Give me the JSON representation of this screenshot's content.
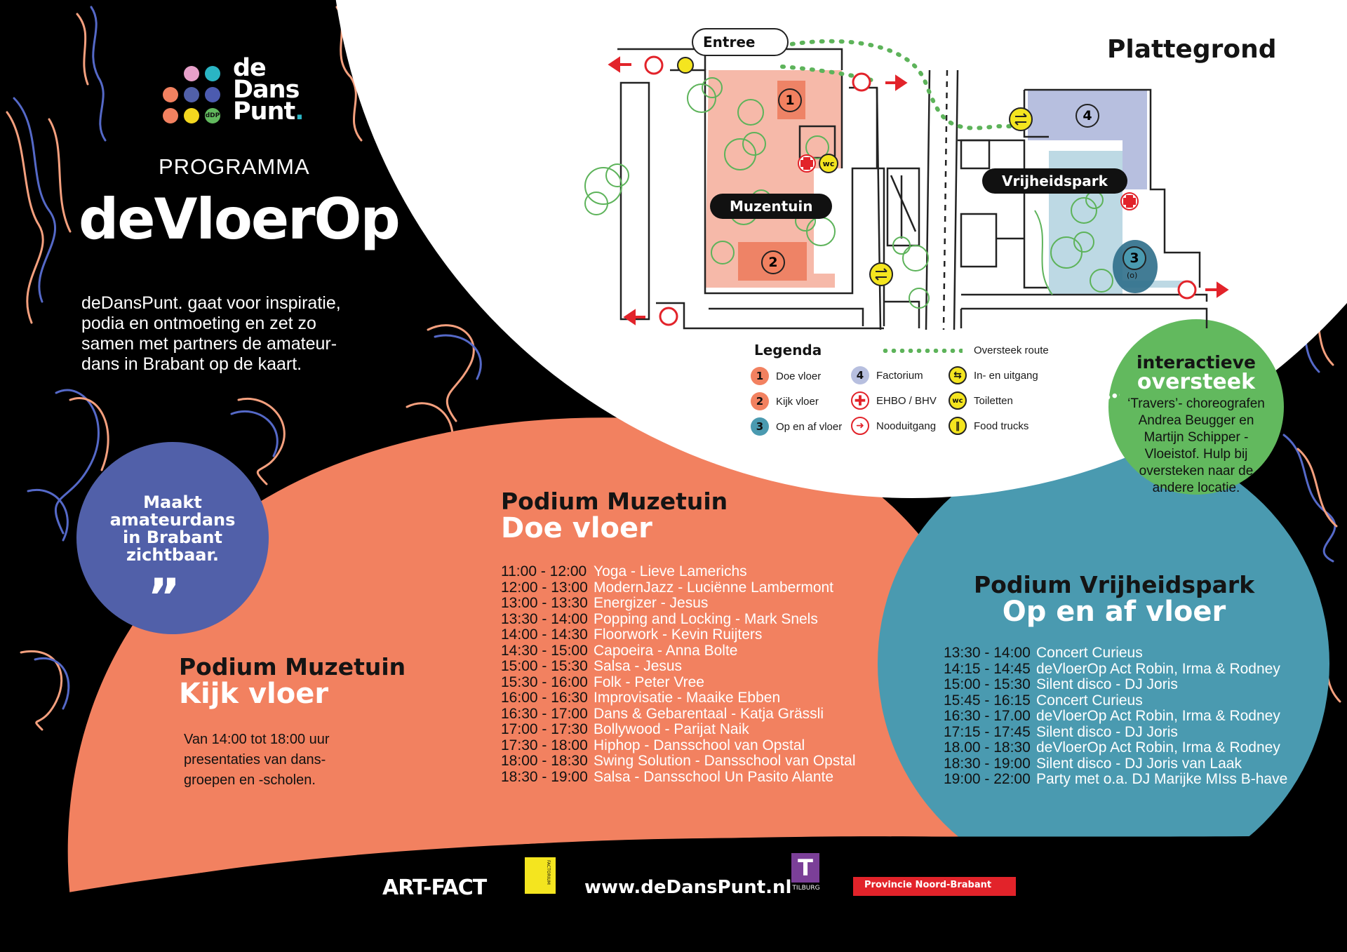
{
  "colors": {
    "coral": "#F28160",
    "blue": "#4A9AB0",
    "purple": "#5160A9",
    "green": "#62B95E",
    "black": "#000000",
    "white": "#FFFFFF",
    "sketch_peach": "#F5A07E",
    "sketch_blue": "#5569C8",
    "map_pink": "#F6B9A9",
    "map_lavender": "#B7BFDF",
    "map_lightblue": "#BDD9E4",
    "yellow": "#F4E51F",
    "red": "#E2232A"
  },
  "logo": {
    "line1": "de",
    "line2": "Dans",
    "line3": "Punt",
    "dot": ".",
    "badge": "dDP",
    "dot_colors": [
      "#E7A0C9",
      "#2AB5C4",
      "#F28160",
      "#5160A9",
      "#4C5BB0",
      "#F28160",
      "#F4D71F",
      "#62B95E"
    ]
  },
  "header": {
    "subtitle": "PROGRAMMA",
    "title": "deVloerOp"
  },
  "intro": {
    "text": "deDansPunt. gaat voor inspiratie, podia en ontmoeting en zet zo samen met partners de amateur-dans in Brabant op de kaart.",
    "lines": [
      "deDansPunt. gaat voor inspiratie,",
      "podia en ontmoeting en zet zo",
      "samen met partners de amateur-",
      "dans in Brabant op de kaart."
    ]
  },
  "quote": {
    "lines": [
      "Maakt",
      "amateurdans",
      "in Brabant",
      "zichtbaar."
    ],
    "mark": "”"
  },
  "map": {
    "title": "Plattegrond",
    "entrance": "Entree",
    "area_muzentuin": "Muzentuin",
    "area_vrijheidspark": "Vrijheidspark",
    "wc": "wc",
    "markers": [
      "1",
      "2",
      "3",
      "4"
    ],
    "stage3_sub": "(o)"
  },
  "legend": {
    "title": "Legenda",
    "items": [
      {
        "icon": "1",
        "label": "Doe vloer"
      },
      {
        "icon": "2",
        "label": "Kijk vloer"
      },
      {
        "icon": "3",
        "label": "Op en af vloer"
      },
      {
        "icon": "4",
        "label": "Factorium"
      },
      {
        "icon": "ehbo-cross-icon",
        "label": "EHBO / BHV"
      },
      {
        "icon": "emergency-exit-icon",
        "label": "Nooduitgang"
      },
      {
        "icon": "dotted-route-icon",
        "label": "Oversteek route"
      },
      {
        "icon": "in-out-arrows-icon",
        "label": "In- en uitgang"
      },
      {
        "icon": "wc",
        "label": "Toiletten"
      },
      {
        "icon": "food-truck-icon",
        "label": "Food trucks"
      }
    ]
  },
  "interactive": {
    "title1": "interactieve",
    "title2": "oversteek",
    "lines": [
      "‘Travers’- choreografen",
      "Andrea Beugger en",
      "Martijn Schipper -",
      "Vloeistof.  Hulp bij",
      "oversteken naar de",
      "andere locatie."
    ]
  },
  "kijk": {
    "title1": "Podium Muzetuin",
    "title2": "Kijk vloer",
    "lines": [
      "Van 14:00 tot 18:00 uur",
      "presentaties van dans-",
      "groepen en -scholen."
    ]
  },
  "doe": {
    "title1": "Podium Muzetuin",
    "title2": "Doe vloer",
    "rows": [
      {
        "time": "11:00 - 12:00",
        "act": "Yoga - Lieve Lamerichs"
      },
      {
        "time": "12:00 - 13:00",
        "act": "ModernJazz - Luciënne Lambermont"
      },
      {
        "time": "13:00 - 13:30",
        "act": "Energizer - Jesus"
      },
      {
        "time": "13:30 - 14:00",
        "act": "Popping and Locking - Mark Snels"
      },
      {
        "time": "14:00 - 14:30",
        "act": "Floorwork - Kevin Ruijters"
      },
      {
        "time": "14:30 - 15:00",
        "act": "Capoeira - Anna Bolte"
      },
      {
        "time": "15:00 - 15:30",
        "act": "Salsa - Jesus"
      },
      {
        "time": "15:30 - 16:00",
        "act": "Folk - Peter Vree"
      },
      {
        "time": "16:00 - 16:30",
        "act": "Improvisatie - Maaike  Ebben"
      },
      {
        "time": "16:30 - 17:00",
        "act": "Dans & Gebarentaal - Katja Grässli"
      },
      {
        "time": "17:00 - 17:30",
        "act": "Bollywood - Parijat Naik"
      },
      {
        "time": "17:30 - 18:00",
        "act": "Hiphop - Dansschool van Opstal"
      },
      {
        "time": "18:00 - 18:30",
        "act": "Swing Solution - Dansschool van Opstal"
      },
      {
        "time": "18:30 - 19:00",
        "act": "Salsa - Dansschool Un Pasito Alante"
      }
    ]
  },
  "vrij": {
    "title1": "Podium Vrijheidspark",
    "title2": "Op en af vloer",
    "rows": [
      {
        "time": "13:30 - 14:00",
        "act": "Concert Curieus"
      },
      {
        "time": "14:15 - 14:45",
        "act": "deVloerOp Act  Robin, Irma & Rodney"
      },
      {
        "time": "15:00 - 15:30",
        "act": "Silent disco - DJ Joris"
      },
      {
        "time": "15:45 - 16:15",
        "act": "Concert Curieus"
      },
      {
        "time": "16:30 - 17.00",
        "act": "deVloerOp Act  Robin, Irma & Rodney"
      },
      {
        "time": "17:15 - 17:45",
        "act": "Silent disco - DJ Joris"
      },
      {
        "time": "18.00 - 18:30",
        "act": "deVloerOp Act  Robin, Irma & Rodney"
      },
      {
        "time": "18:30 - 19:00",
        "act": "Silent disco - DJ Joris van Laak"
      },
      {
        "time": "19:00 - 22:00",
        "act": "Party met o.a. DJ Marijke MIss B-have"
      }
    ]
  },
  "footer": {
    "artfact": "ART-FACT",
    "factorium": "FACTORIUM",
    "url": "www.deDansPunt.nl",
    "tilburg_letter": "T",
    "tilburg": "TILBURG",
    "provincie": "Provincie Noord-Brabant"
  }
}
